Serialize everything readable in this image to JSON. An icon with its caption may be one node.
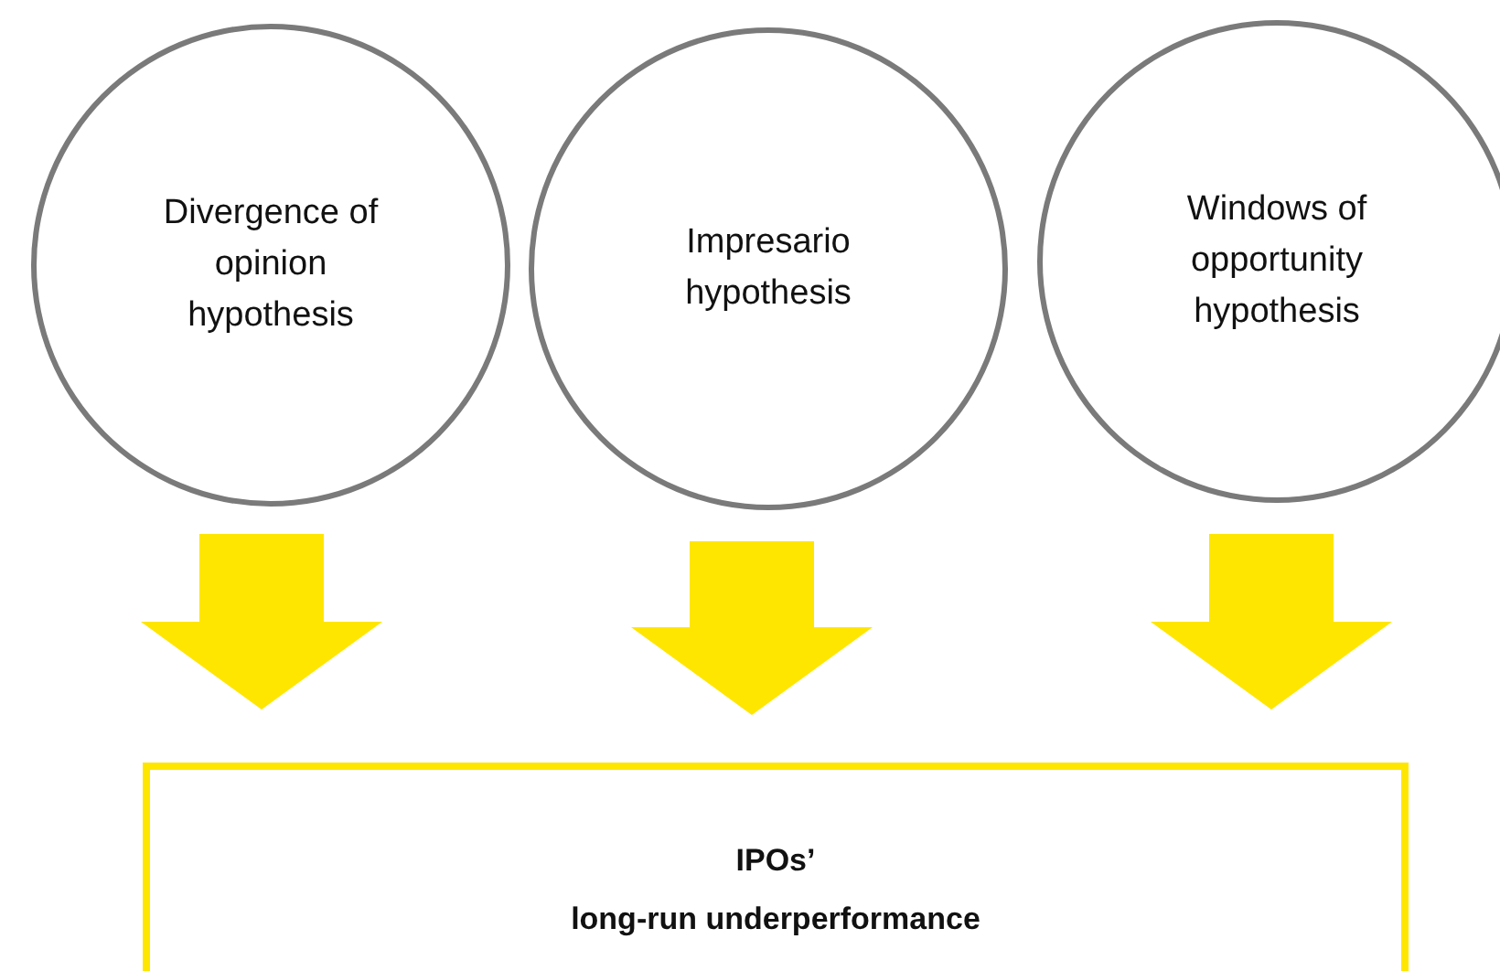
{
  "diagram": {
    "nodes": [
      {
        "text": [
          "Divergence of opinion hypothesis"
        ]
      },
      {
        "text": [
          "Impresario hypothesis"
        ]
      },
      {
        "text": [
          "Windows of opportunity hypothesis"
        ]
      },
      {
        "text": [
          "IPOs’",
          "long-run underperformance"
        ]
      }
    ],
    "edges": [
      {
        "from": 0,
        "to": 3,
        "arrow": "to",
        "style": "thick",
        "color": "#ffe600"
      },
      {
        "from": 1,
        "to": 3,
        "arrow": "to",
        "style": "thick",
        "color": "#ffe600"
      },
      {
        "from": 2,
        "to": 3,
        "arrow": "to",
        "style": "thick",
        "color": "#ffe600"
      }
    ]
  }
}
